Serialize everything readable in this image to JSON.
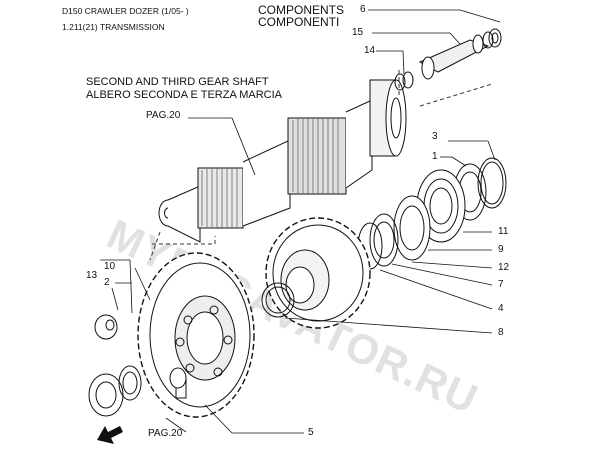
{
  "header": {
    "model": "D150 CRAWLER DOZER (1/05- )",
    "section": "1.211(21) TRANSMISSION",
    "components_en": "COMPONENTS",
    "components_it": "COMPONENTI"
  },
  "title": {
    "line1": "SECOND AND THIRD GEAR SHAFT",
    "line2": "ALBERO SECONDA E TERZA MARCIA"
  },
  "refs": {
    "pag_top": "PAG.20",
    "pag_bottom": "PAG.20"
  },
  "watermark": "MYEXCAVATOR.RU",
  "callouts": [
    {
      "label": "6"
    },
    {
      "label": "15"
    },
    {
      "label": "14"
    },
    {
      "label": "3"
    },
    {
      "label": "1"
    },
    {
      "label": "11"
    },
    {
      "label": "9"
    },
    {
      "label": "12"
    },
    {
      "label": "7"
    },
    {
      "label": "4"
    },
    {
      "label": "8"
    },
    {
      "label": "10"
    },
    {
      "label": "13"
    },
    {
      "label": "2"
    },
    {
      "label": "5"
    }
  ]
}
